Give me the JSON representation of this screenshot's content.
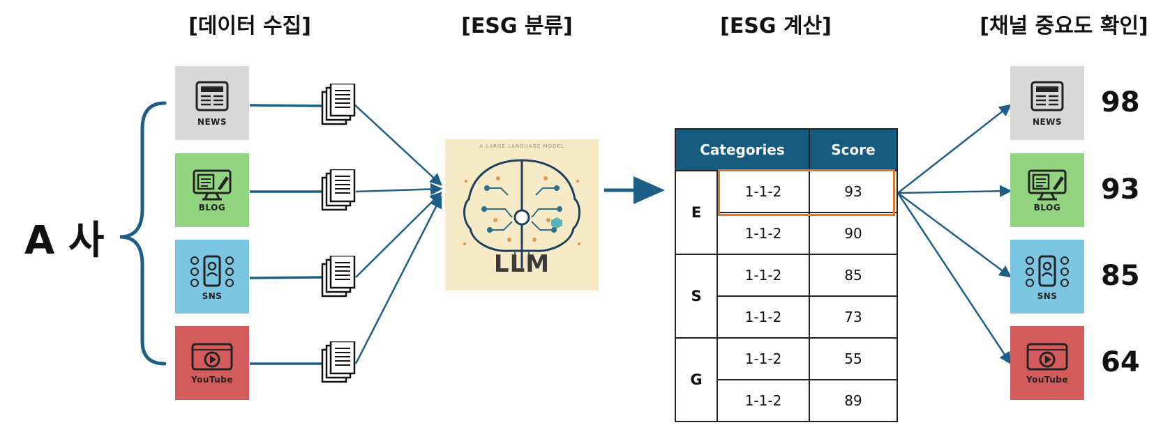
{
  "stages": {
    "collect": "[데이터 수집]",
    "classify": "[ESG 분류]",
    "calculate": "[ESG 계산]",
    "importance": "[채널 중요도 확인]"
  },
  "company": "A 사",
  "channels": [
    {
      "label": "NEWS",
      "icon": "newspaper-icon",
      "color": "#d8d8d8"
    },
    {
      "label": "BLOG",
      "icon": "blog-monitor-icon",
      "color": "#92d480"
    },
    {
      "label": "SNS",
      "icon": "social-phone-icon",
      "color": "#7ac6e3"
    },
    {
      "label": "YouTube",
      "icon": "video-play-icon",
      "color": "#d45b5b"
    }
  ],
  "llm": {
    "label": "LLM",
    "caption": "A LARGE LANGUAGE MODEL"
  },
  "table": {
    "headers": [
      "Categories",
      "Score"
    ],
    "header_color": "#175a80",
    "highlight_color": "#e2762a",
    "groups": [
      {
        "category": "E",
        "rows": [
          {
            "code": "1-1-2",
            "score": "93"
          },
          {
            "code": "1-1-2",
            "score": "90"
          }
        ]
      },
      {
        "category": "S",
        "rows": [
          {
            "code": "1-1-2",
            "score": "85"
          },
          {
            "code": "1-1-2",
            "score": "73"
          }
        ]
      },
      {
        "category": "G",
        "rows": [
          {
            "code": "1-1-2",
            "score": "55"
          },
          {
            "code": "1-1-2",
            "score": "89"
          }
        ]
      }
    ]
  },
  "channel_scores": [
    "98",
    "93",
    "85",
    "64"
  ],
  "arrow_color": "#1d5f86"
}
